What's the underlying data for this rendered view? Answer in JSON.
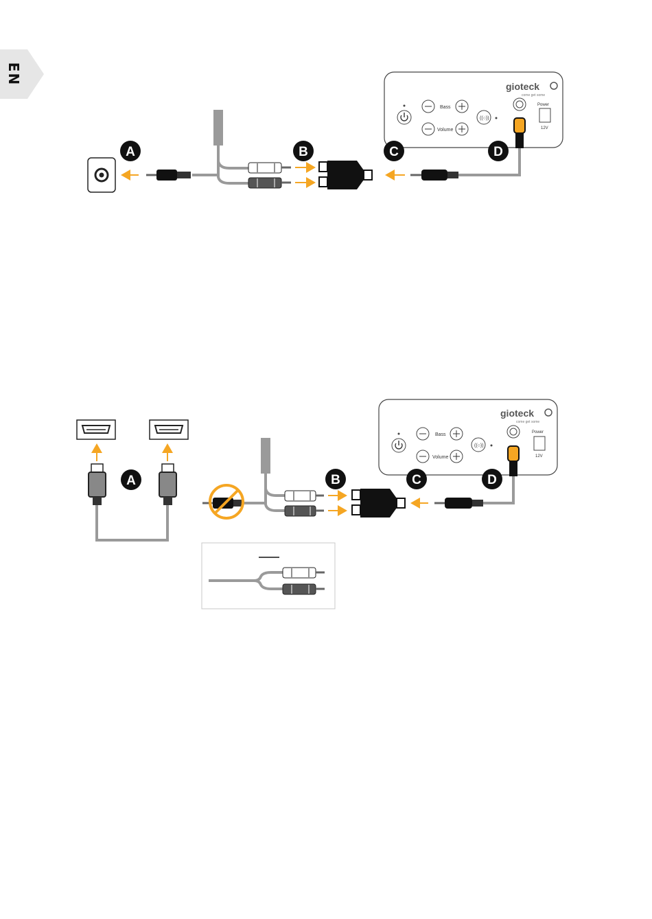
{
  "language_tab": "EN",
  "brand": {
    "name": "gioteck",
    "tagline": "come get some"
  },
  "panel_labels": {
    "bass": "Bass",
    "volume": "Volume",
    "power": "Power",
    "voltage": "12V"
  },
  "step_letters": [
    "A",
    "B",
    "C",
    "D"
  ],
  "colors": {
    "arrow": "#F5A623",
    "cable": "#9a9a9a",
    "badge": "#111111",
    "forbidden": "#F5A623"
  },
  "diagrams": [
    {
      "id": "setup-1",
      "source": "3.5mm audio jack"
    },
    {
      "id": "setup-2",
      "source": "HDMI",
      "note": "Y-split cable with not-allowed 3.5mm jack, inset showing RCA split"
    }
  ]
}
